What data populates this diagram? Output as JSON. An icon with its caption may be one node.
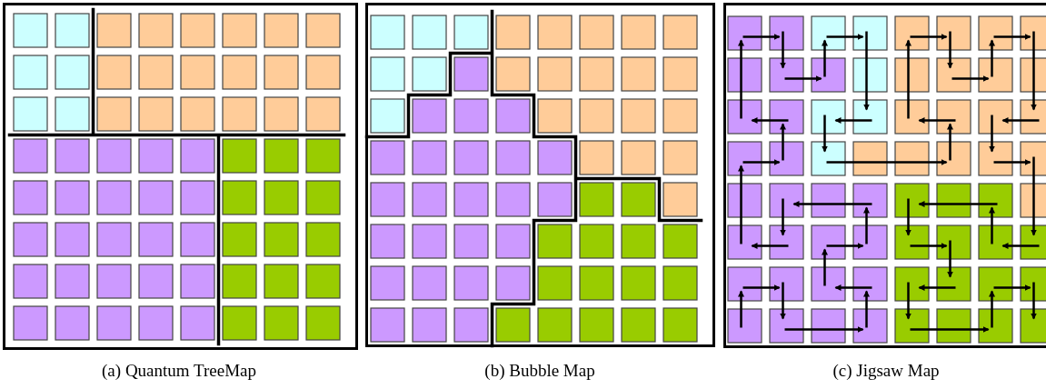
{
  "diagram": {
    "labels": [
      "(a) Quantum TreeMap",
      "(b) Bubble Map",
      "(c) Jigsaw Map"
    ]
  }
}
